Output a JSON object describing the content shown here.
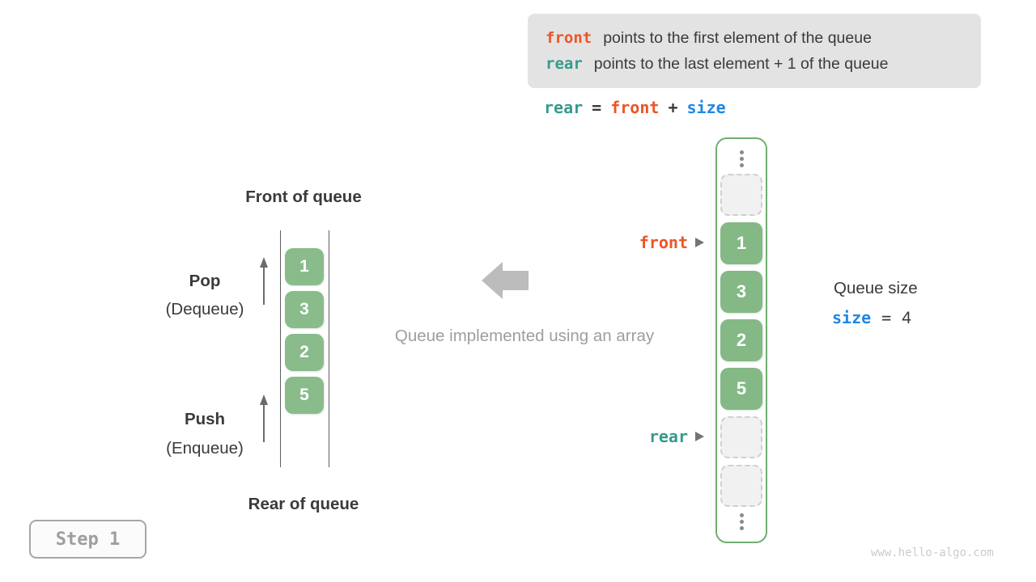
{
  "info_box": {
    "lines": [
      {
        "keyword": "front",
        "text": "points to the first element of the queue"
      },
      {
        "keyword": "rear",
        "text": "points to the last element + 1 of the queue"
      }
    ]
  },
  "formula": {
    "parts": [
      {
        "text": "rear"
      },
      {
        "text": "="
      },
      {
        "text": "front"
      },
      {
        "text": "+"
      },
      {
        "text": "size"
      }
    ]
  },
  "left_queue": {
    "front_label": "Front of queue",
    "rear_label": "Rear of queue",
    "pop_label": "Pop",
    "pop_sublabel": "(Dequeue)",
    "push_label": "Push",
    "push_sublabel": "(Enqueue)",
    "cells": [
      "1",
      "3",
      "2",
      "5"
    ]
  },
  "middle": {
    "caption": "Queue implemented using an array"
  },
  "array_view": {
    "values": [
      "1",
      "3",
      "2",
      "5"
    ],
    "front_pointer_label": "front",
    "rear_pointer_label": "rear"
  },
  "size_info": {
    "title": "Queue size",
    "variable": "size",
    "equals": "=",
    "value": "4"
  },
  "step_badge": {
    "label": "Step 1"
  },
  "watermark": "www.hello-algo.com",
  "colors": {
    "keyword_orange": "#ee5427",
    "keyword_teal": "#359a8c",
    "keyword_blue": "#1e88e5",
    "cell_green": "#84b985",
    "array_border_green": "#6fae70",
    "info_box_bg": "#e3e3e3",
    "muted_gray": "#9e9e9e",
    "block_arrow_gray": "#bcbcbc"
  }
}
